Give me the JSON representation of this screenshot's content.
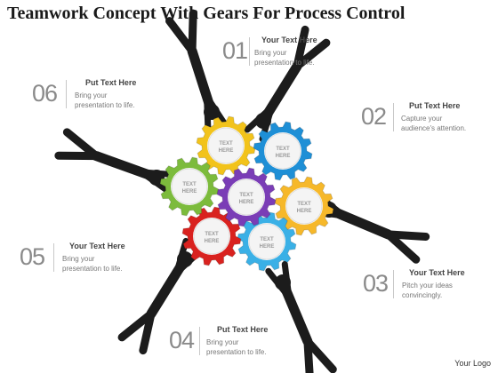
{
  "title": "Teamwork Concept With Gears For Process Control",
  "steps": [
    {
      "number": "01",
      "heading": "Your Text Here",
      "line1": "Bring your",
      "line2": "presentation to life."
    },
    {
      "number": "02",
      "heading": "Put Text Here",
      "line1": "Capture your",
      "line2": "audience's attention."
    },
    {
      "number": "03",
      "heading": "Your Text Here",
      "line1": "Pitch your ideas",
      "line2": "convincingly."
    },
    {
      "number": "04",
      "heading": "Put Text Here",
      "line1": "Bring your",
      "line2": "presentation to life."
    },
    {
      "number": "05",
      "heading": "Your Text Here",
      "line1": "Bring your",
      "line2": "presentation to life."
    },
    {
      "number": "06",
      "heading": "Put Text Here",
      "line1": "Bring your",
      "line2": "presentation to life."
    }
  ],
  "gear_label_line1": "TEXT",
  "gear_label_line2": "HERE",
  "gears": [
    {
      "name": "gear-yellow",
      "color": "#f2c31b"
    },
    {
      "name": "gear-blue",
      "color": "#1e8fd6"
    },
    {
      "name": "gear-orange",
      "color": "#f6b82a"
    },
    {
      "name": "gear-cyan",
      "color": "#3ab0e6"
    },
    {
      "name": "gear-red",
      "color": "#d9221f"
    },
    {
      "name": "gear-green",
      "color": "#7cbb3c"
    },
    {
      "name": "gear-purple",
      "color": "#7a3db6"
    }
  ],
  "figure_color": "#1c1c1c",
  "logo": "Your Logo"
}
